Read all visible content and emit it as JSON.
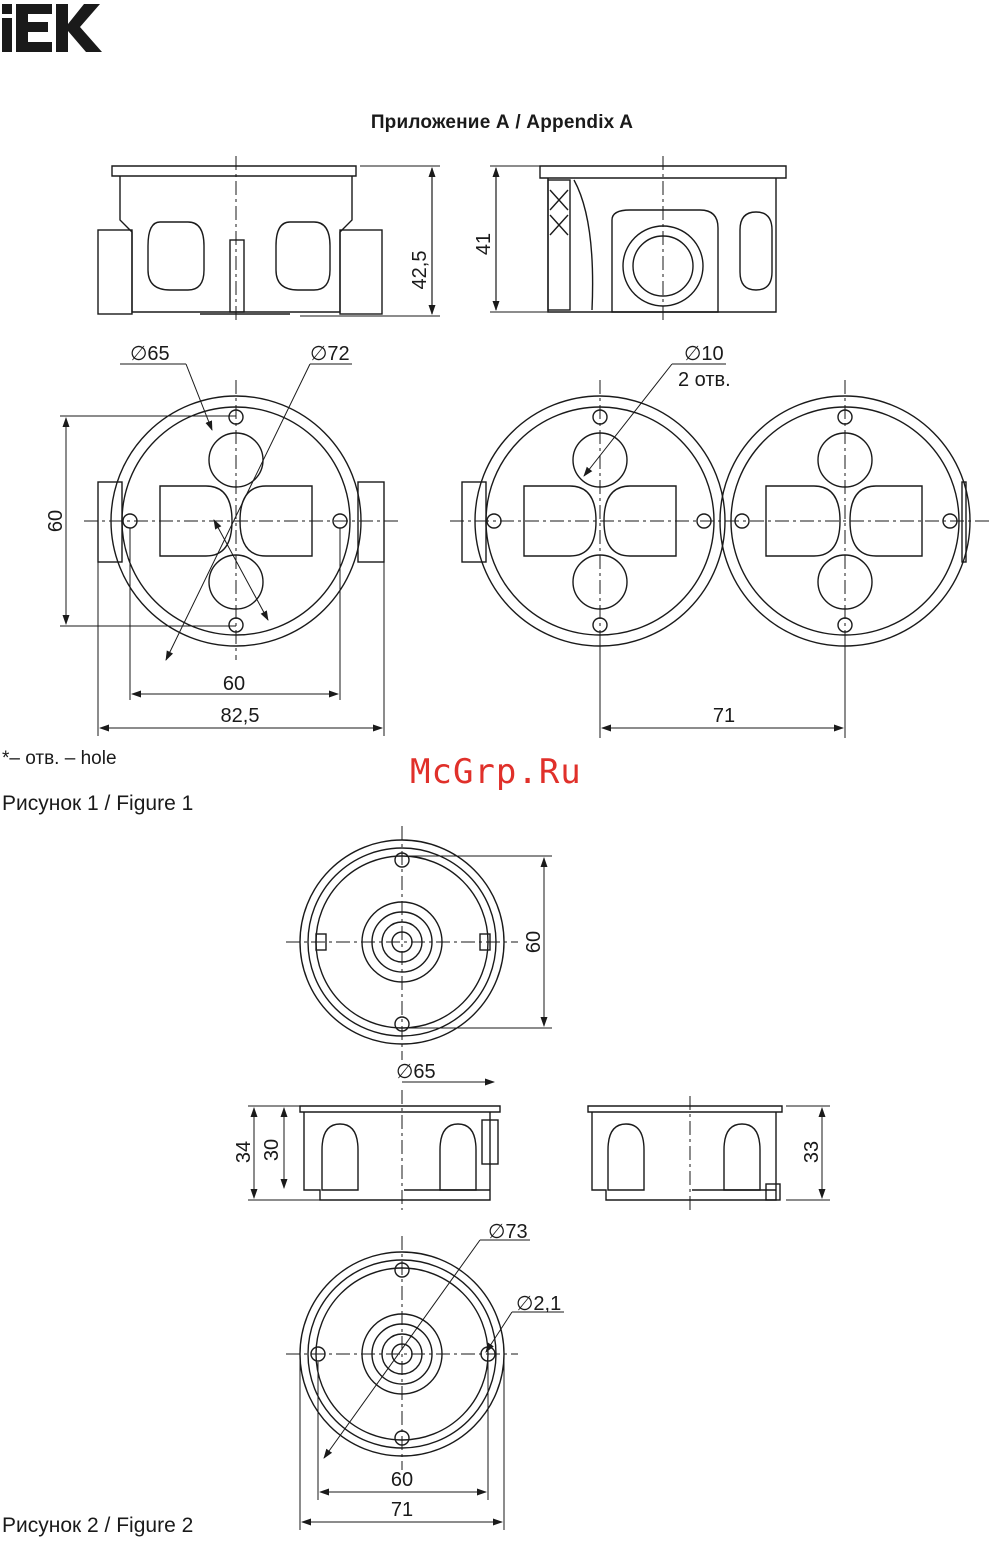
{
  "brand": {
    "logo_text": "IEK",
    "logo_color": "#1a1a1a"
  },
  "header": {
    "title": "Приложение А / Appendix A"
  },
  "notes": {
    "hole_note": "*– отв. – hole"
  },
  "figure1": {
    "caption": "Рисунок 1 / Figure 1",
    "dims": {
      "height_single": "42,5",
      "height_double": "41",
      "d65": "∅65",
      "d72": "∅72",
      "d10": "∅10",
      "holes": "2 отв.",
      "side60": "60",
      "mount60": "60",
      "width825": "82,5",
      "pitch71": "71"
    }
  },
  "figure2": {
    "caption": "Рисунок 2 / Figure 2",
    "dims": {
      "d60": "60",
      "d65": "∅65",
      "h34": "34",
      "h30": "30",
      "h33": "33",
      "d73": "∅73",
      "d21": "∅2,1",
      "mount60": "60",
      "width71": "71"
    }
  },
  "watermark": {
    "text": "McGrp.Ru",
    "color": "#e0302a"
  }
}
